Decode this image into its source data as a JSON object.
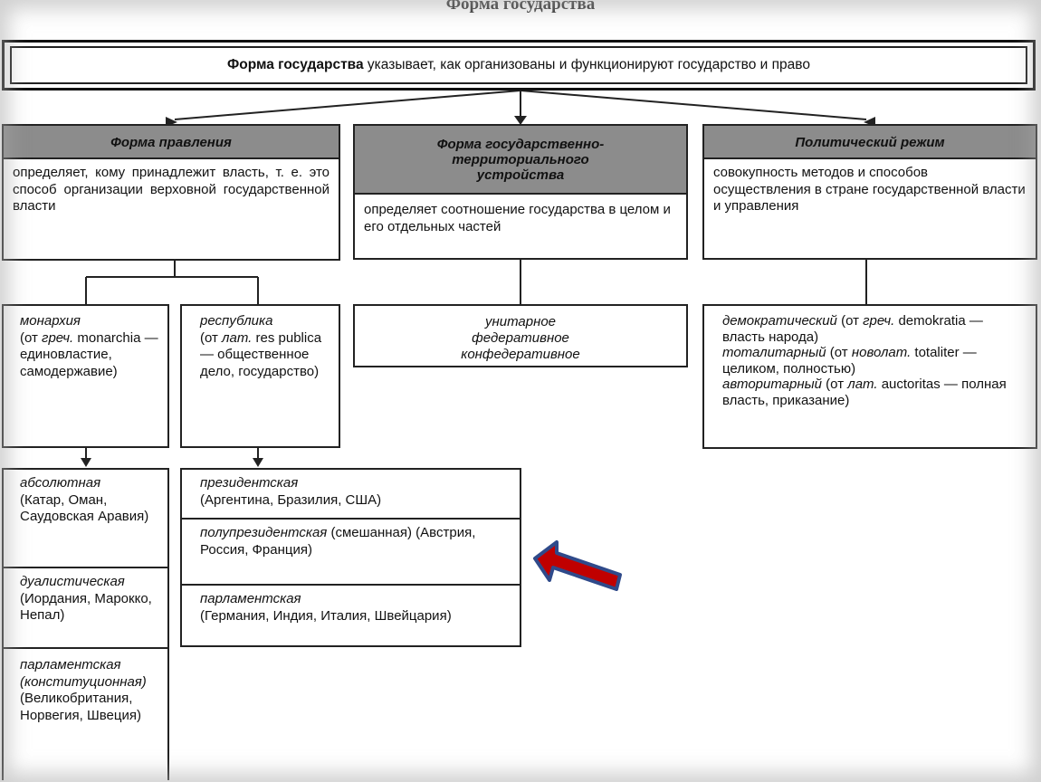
{
  "slide_title": "Форма государства",
  "definition": {
    "term": "Форма государства",
    "rest": " указывает, как организованы и функционируют государство и право"
  },
  "columns": {
    "governance": {
      "header": "Форма правления",
      "text": "определяет, кому принадлежит власть, т. е. это способ организации верховной государственной власти"
    },
    "structure": {
      "header": "Форма государственно-территориального устройства",
      "text": "определяет соотношение государства в целом и его отдельных частей"
    },
    "regime": {
      "header": "Политический режим",
      "text": "совокупность методов и способов осуществления в стране государственной власти и управления"
    }
  },
  "monarchy": {
    "term": "монархия",
    "note_a": "(от ",
    "note_b": "греч.",
    "note_c": " monarchia — единовластие, самодержавие)"
  },
  "republic": {
    "term": "республика",
    "note_a": "(от ",
    "note_b": "лат.",
    "note_c": " res publica — общественное дело, государство)"
  },
  "structure_types": [
    "унитарное",
    "федеративное",
    "конфедеративное"
  ],
  "regimes": [
    {
      "term": "демократический",
      "pre": " (от ",
      "lang": "греч.",
      "post": " demokratia — власть народа)"
    },
    {
      "term": "тоталитарный",
      "pre": " (от ",
      "lang": "новолат.",
      "post": " totaliter — целиком, полностью)"
    },
    {
      "term": "авторитарный",
      "pre": " (от ",
      "lang": "лат.",
      "post": " auctoritas — полная власть, приказание)"
    }
  ],
  "monarchy_types": [
    {
      "term": "абсолютная",
      "detail": "(Катар, Оман, Саудовская Аравия)"
    },
    {
      "term": "дуалистическая",
      "detail": " (Иордания, Марокко, Непал)"
    },
    {
      "term": "парламентская (конституционная)",
      "detail": " (Великобритания, Норвегия, Швеция)"
    }
  ],
  "republic_types": [
    {
      "term": "президентская",
      "detail": "(Аргентина, Бразилия, США)"
    },
    {
      "term": "полупрезидентская",
      "detail": " (смешанная) (Австрия, Россия, Франция)"
    },
    {
      "term": "парламентская",
      "detail": "(Германия, Индия, Италия, Швейцария)"
    }
  ],
  "colors": {
    "header_fill": "#8c8c8c",
    "arrow": "#c00000",
    "arrow_outline": "#2f4a8a"
  }
}
